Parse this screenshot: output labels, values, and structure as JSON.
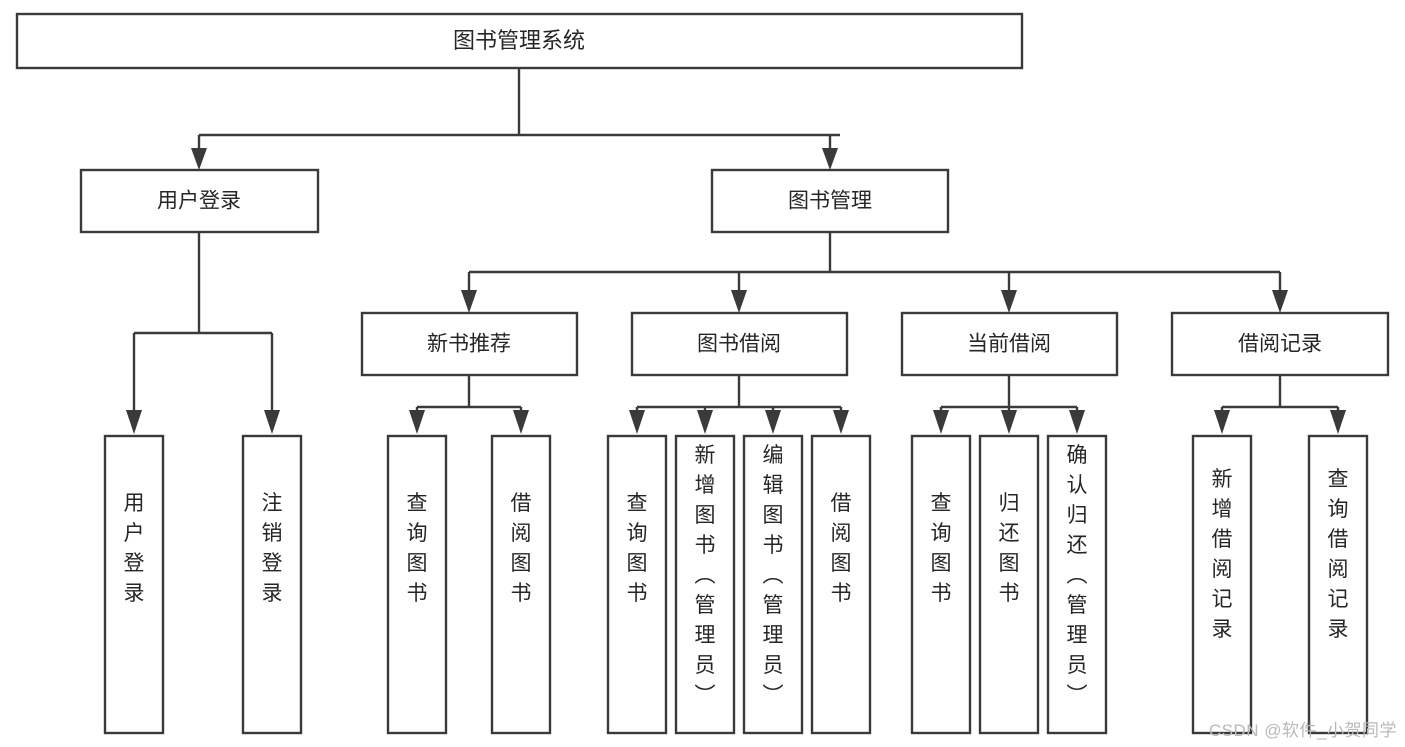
{
  "diagram": {
    "title": "图书管理系统",
    "type": "tree-diagram",
    "watermark": "CSDN @软件_小贺同学",
    "colors": {
      "stroke": "#3a3a3a",
      "fill": "#ffffff",
      "text": "#262626",
      "watermark": "#b9b9b9",
      "background": "#ffffff"
    },
    "root": {
      "label": "图书管理系统"
    },
    "level2": [
      {
        "label": "用户登录"
      },
      {
        "label": "图书管理"
      }
    ],
    "level3": [
      {
        "label": "新书推荐"
      },
      {
        "label": "图书借阅"
      },
      {
        "label": "当前借阅"
      },
      {
        "label": "借阅记录"
      }
    ],
    "leaves": {
      "user_login": [
        {
          "label": "用户登录"
        },
        {
          "label": "注销登录"
        }
      ],
      "new_book_recommend": [
        {
          "label": "查询图书"
        },
        {
          "label": "借阅图书"
        }
      ],
      "book_borrow": [
        {
          "label": "查询图书"
        },
        {
          "label": "新增图书（管理员）"
        },
        {
          "label": "编辑图书（管理员）"
        },
        {
          "label": "借阅图书"
        }
      ],
      "current_borrow": [
        {
          "label": "查询图书"
        },
        {
          "label": "归还图书"
        },
        {
          "label": "确认归还（管理员）"
        }
      ],
      "borrow_record": [
        {
          "label": "新增借阅记录"
        },
        {
          "label": "查询借阅记录"
        }
      ]
    }
  }
}
